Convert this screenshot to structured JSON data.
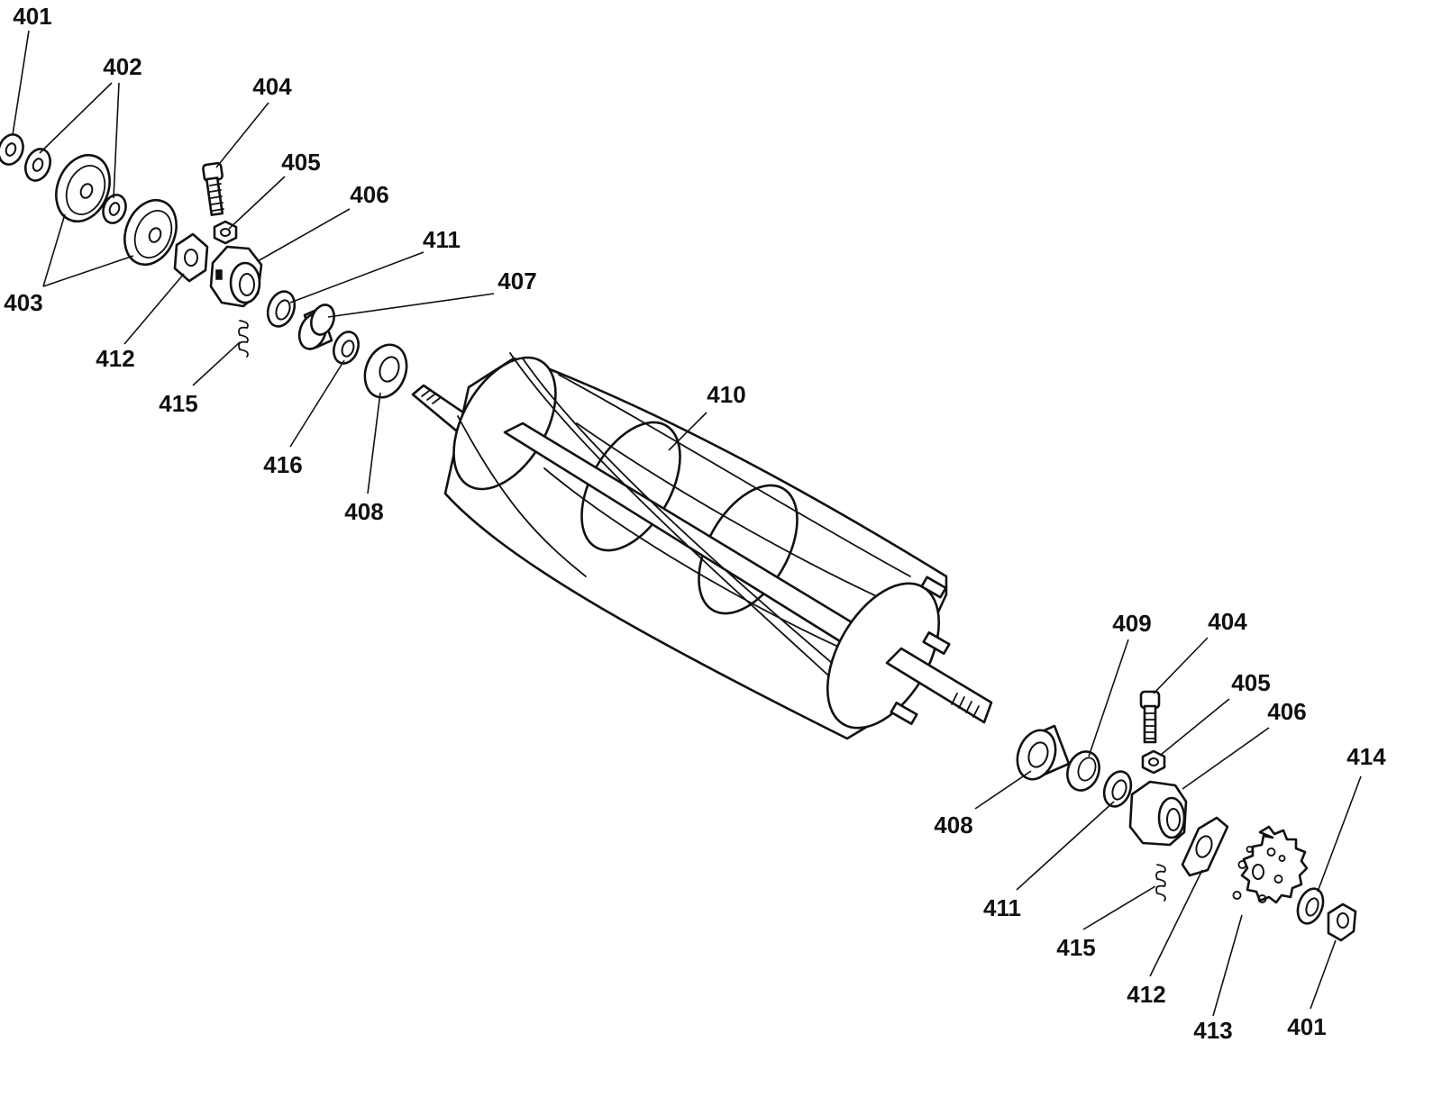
{
  "callouts": [
    {
      "id": "401-top",
      "text": "401"
    },
    {
      "id": "402-top",
      "text": "402"
    },
    {
      "id": "403-top",
      "text": "403"
    },
    {
      "id": "404-top",
      "text": "404"
    },
    {
      "id": "405-top",
      "text": "405"
    },
    {
      "id": "406-top",
      "text": "406"
    },
    {
      "id": "411-top",
      "text": "411"
    },
    {
      "id": "407-top",
      "text": "407"
    },
    {
      "id": "412-top",
      "text": "412"
    },
    {
      "id": "415-top",
      "text": "415"
    },
    {
      "id": "416-top",
      "text": "416"
    },
    {
      "id": "408-top",
      "text": "408"
    },
    {
      "id": "410-reel",
      "text": "410"
    },
    {
      "id": "409-bottom",
      "text": "409"
    },
    {
      "id": "404-bottom",
      "text": "404"
    },
    {
      "id": "405-bottom",
      "text": "405"
    },
    {
      "id": "406-bottom",
      "text": "406"
    },
    {
      "id": "414-bottom",
      "text": "414"
    },
    {
      "id": "408-bottom",
      "text": "408"
    },
    {
      "id": "411-bottom",
      "text": "411"
    },
    {
      "id": "415-bottom",
      "text": "415"
    },
    {
      "id": "412-bottom",
      "text": "412"
    },
    {
      "id": "413-bottom",
      "text": "413"
    },
    {
      "id": "401-bottom",
      "text": "401"
    }
  ]
}
